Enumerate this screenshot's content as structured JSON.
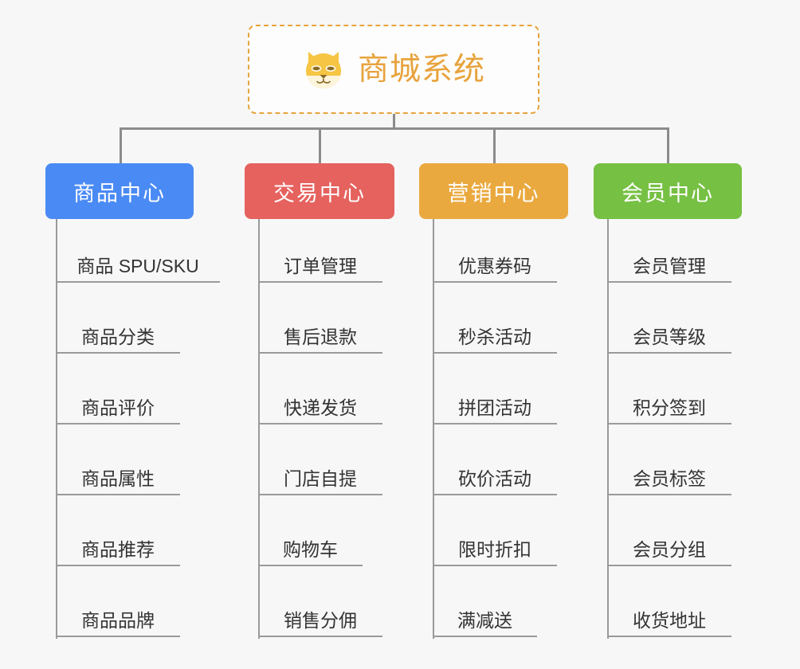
{
  "diagram": {
    "title": "商城系统",
    "root_icon": "shiba-inu-icon",
    "background_color": "#f7f7f7",
    "root_border_color": "#e8a33d",
    "root_title_color": "#e8a33d",
    "connector_color": "#8c8c8c",
    "leaf_line_color": "#9a9a9a",
    "leaf_text_color": "#333333",
    "columns": [
      {
        "title": "商品中心",
        "color": "#4a8af4",
        "items": [
          "商品 SPU/SKU",
          "商品分类",
          "商品评价",
          "商品属性",
          "商品推荐",
          "商品品牌"
        ]
      },
      {
        "title": "交易中心",
        "color": "#e5625e",
        "items": [
          "订单管理",
          "售后退款",
          "快递发货",
          "门店自提",
          "购物车",
          "销售分佣"
        ]
      },
      {
        "title": "营销中心",
        "color": "#eaa93f",
        "items": [
          "优惠券码",
          "秒杀活动",
          "拼团活动",
          "砍价活动",
          "限时折扣",
          "满减送"
        ]
      },
      {
        "title": "会员中心",
        "color": "#76c043",
        "items": [
          "会员管理",
          "会员等级",
          "积分签到",
          "会员标签",
          "会员分组",
          "收货地址"
        ]
      }
    ]
  }
}
